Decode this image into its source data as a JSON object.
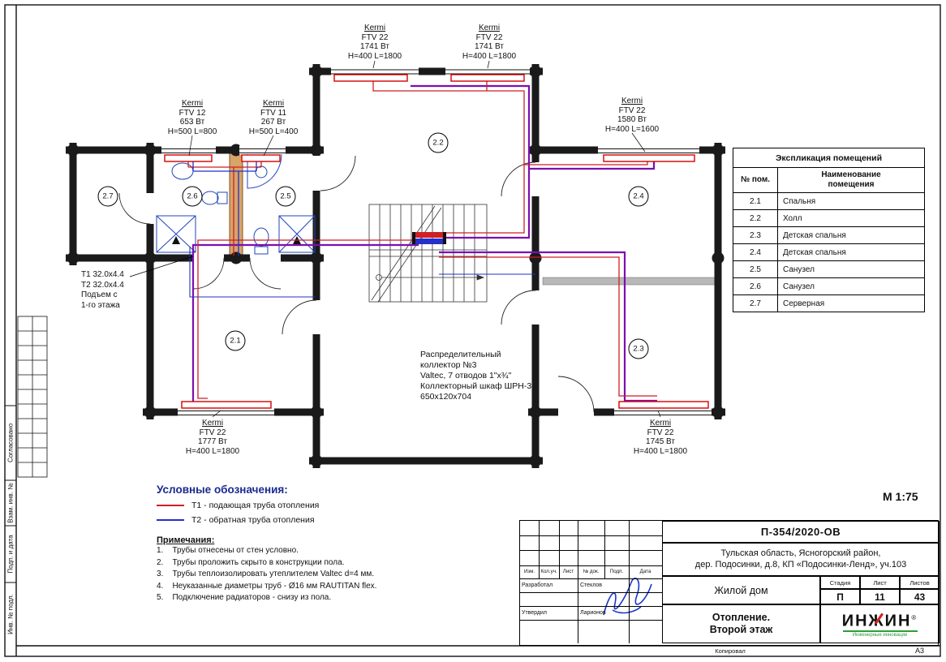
{
  "sheet": {
    "scale": "М 1:75",
    "format": "А3",
    "copied_label": "Копировал"
  },
  "side_strip": {
    "soglasovano": "Согласовано",
    "vzam": "Взам. инв. №",
    "podp": "Подп. и дата",
    "inv": "Инв. № подл."
  },
  "colors": {
    "pipe_supply": "#cf1f25",
    "pipe_return": "#2430c8",
    "pipe_trunk": "#7c0fb0",
    "radiator": "#d40000",
    "shaft": "#d8a468"
  },
  "plan": {
    "rooms": [
      "2.7",
      "2.6",
      "2.5",
      "2.2",
      "2.4",
      "2.1",
      "2.3"
    ],
    "radiator_labels": [
      {
        "brand": "Kermi",
        "model": "FTV 12",
        "power": "653 Вт",
        "size": "H=500 L=800"
      },
      {
        "brand": "Kermi",
        "model": "FTV 11",
        "power": "267 Вт",
        "size": "H=500 L=400"
      },
      {
        "brand": "Kermi",
        "model": "FTV 22",
        "power": "1741 Вт",
        "size": "H=400 L=1800"
      },
      {
        "brand": "Kermi",
        "model": "FTV 22",
        "power": "1741 Вт",
        "size": "H=400 L=1800"
      },
      {
        "brand": "Kermi",
        "model": "FTV 22",
        "power": "1580 Вт",
        "size": "H=400 L=1600"
      },
      {
        "brand": "Kermi",
        "model": "FTV 22",
        "power": "1777 Вт",
        "size": "H=400 L=1800"
      },
      {
        "brand": "Kermi",
        "model": "FTV 22",
        "power": "1745 Вт",
        "size": "H=400 L=1800"
      }
    ],
    "riser_note": "Т1 32.0х4.4\nТ2 32.0х4.4\nПодъем с\n1-го этажа",
    "collector_note": "Распределительный\nколлектор №3\nValtec, 7 отводов 1\"х¾\"\nКоллекторный шкаф ШРН-3\n650х120х704"
  },
  "explication": {
    "title": "Экспликация помещений",
    "col1": "№ пом.",
    "col2": "Наименование\nпомещения",
    "rows": [
      {
        "num": "2.1",
        "name": "Спальня"
      },
      {
        "num": "2.2",
        "name": "Холл"
      },
      {
        "num": "2.3",
        "name": "Детская спальня"
      },
      {
        "num": "2.4",
        "name": "Детская спальня"
      },
      {
        "num": "2.5",
        "name": "Санузел"
      },
      {
        "num": "2.6",
        "name": "Санузел"
      },
      {
        "num": "2.7",
        "name": "Серверная"
      }
    ]
  },
  "legend": {
    "title": "Условные обозначения:",
    "t1": "Т1 - подающая труба отопления",
    "t2": "Т2 - обратная труба отопления"
  },
  "notes": {
    "title": "Примечания:",
    "items": [
      "1.    Трубы отнесены от стен условно.",
      "2.    Трубы проложить скрыто в конструкции пола.",
      "3.    Трубы теплоизолировать утеплителем Valtec d=4 мм.",
      "4.    Неуказанные диаметры труб - Ø16 мм RAUTITAN flex.",
      "5.    Подключение радиаторов - снизу из пола."
    ]
  },
  "titleblock": {
    "doc_number": "П-354/2020-ОВ",
    "address": "Тульская область, Ясногорский район,\nдер. Подосинки, д.8, КП «Подосинки-Ленд», уч.103",
    "object": "Жилой дом",
    "stage_label": "Стадия",
    "sheet_label": "Лист",
    "sheets_label": "Листов",
    "stage": "П",
    "sheet": "11",
    "sheets": "43",
    "drawing_title": "Отопление.\nВторой этаж",
    "logo": "ИНЖИН",
    "logo_reg": "®",
    "logo_sub": "Инженерные инновации",
    "rows_header": [
      "Изм.",
      "Кол.уч.",
      "Лист",
      "№ док.",
      "Подп.",
      "Дата"
    ],
    "developed_label": "Разработал",
    "developed": "Стеклов",
    "approved_label": "Утвердил",
    "approved": "Ларионов"
  }
}
